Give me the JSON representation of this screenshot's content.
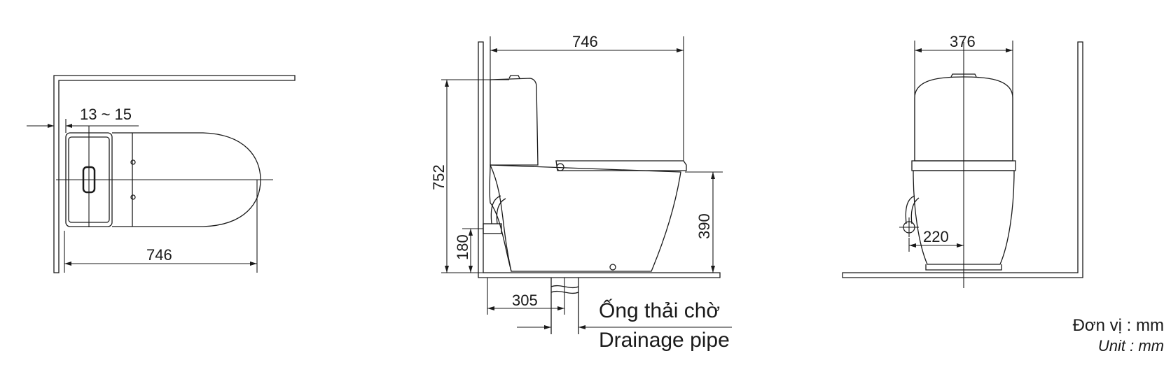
{
  "top_view": {
    "wall_gap": "13 ~ 15",
    "length": "746"
  },
  "side_view": {
    "length": "746",
    "height": "752",
    "seat_height": "390",
    "inlet_height": "180",
    "drain_offset": "305",
    "drain_label_vi": "Ống thải chờ",
    "drain_label_en": "Drainage pipe"
  },
  "front_view": {
    "width": "376",
    "inlet_offset": "220"
  },
  "units": {
    "vi": "Đơn vị : mm",
    "en": "Unit : mm"
  }
}
